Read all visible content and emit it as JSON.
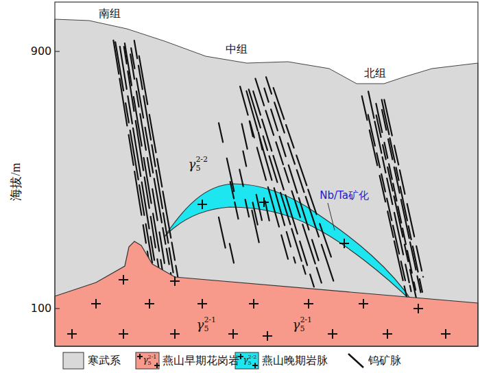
{
  "diagram": {
    "labels": [
      "900",
      "100",
      "海拔/m",
      "南组",
      "中组",
      "北组",
      "γ",
      "5",
      "2-2",
      "Nb/Ta矿化",
      "γ",
      "5",
      "2-1",
      "γ",
      "5",
      "2-1",
      "γ",
      "5",
      "2-1",
      "γ",
      "5",
      "2-2"
    ],
    "legend": [
      {
        "text": "寒武系",
        "color": "#d9d9d9"
      },
      {
        "text": "燕山早期花岗岩",
        "color": "#f7998b"
      },
      {
        "text": "燕山晚期岩脉",
        "color": "#1de6f0"
      },
      {
        "text": "钨矿脉"
      }
    ]
  }
}
